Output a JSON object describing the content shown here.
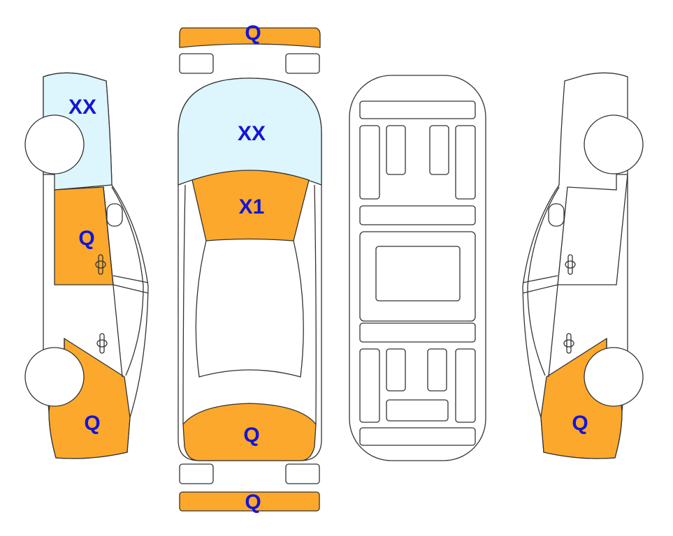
{
  "colors": {
    "damage_orange": "#FBA82C",
    "glass_blue": "#DDF5FC",
    "label_blue": "#1414D8"
  },
  "legend_codes": [
    "Q",
    "XX",
    "X1"
  ],
  "labels": {
    "left_roof": "XX",
    "left_front_door": "Q",
    "left_rear_quarter": "Q",
    "front_bumper": "Q",
    "top_roof": "XX",
    "top_windshield": "X1",
    "top_rear": "Q",
    "rear_bumper": "Q",
    "right_rear_quarter": "Q"
  }
}
